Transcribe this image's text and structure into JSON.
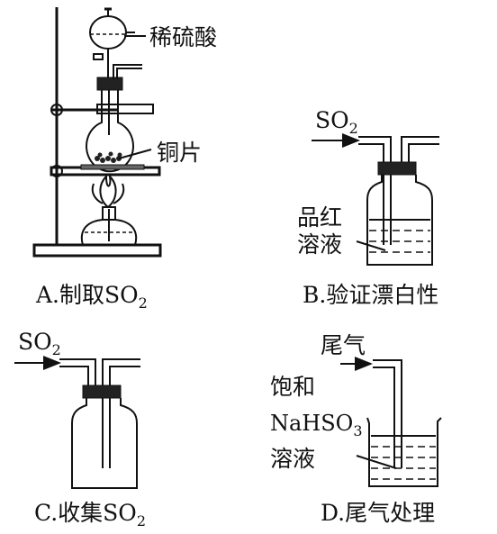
{
  "panelA": {
    "caption": "A.制取SO",
    "caption_sub": "2",
    "label_acid": "稀硫酸",
    "label_copper": "铜片"
  },
  "panelB": {
    "caption": "B.验证漂白性",
    "inlet": "SO",
    "inlet_sub": "2",
    "solution_line1": "品红",
    "solution_line2": "溶液"
  },
  "panelC": {
    "caption": "C.收集SO",
    "caption_sub": "2",
    "inlet": "SO",
    "inlet_sub": "2"
  },
  "panelD": {
    "caption": "D.尾气处理",
    "inlet": "尾气",
    "solution_line1": "饱和",
    "solution_line2": "NaHSO",
    "solution_line2_sub": "3",
    "solution_line3": "溶液"
  }
}
